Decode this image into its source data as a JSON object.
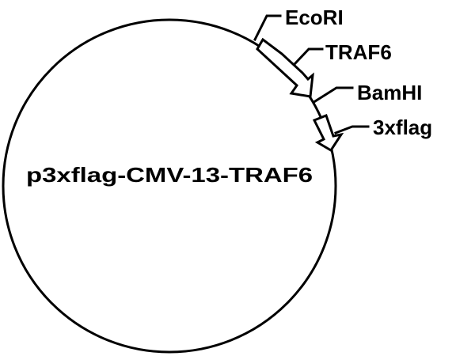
{
  "plasmid": {
    "name": "p3xflag-CMV-13-TRAF6",
    "shape": "circular",
    "colors": {
      "line": "#000000",
      "background": "#ffffff",
      "feature_fill": "#ffffff"
    }
  },
  "features": [
    {
      "id": "ecori",
      "label": "EcoRI",
      "type": "restriction-site"
    },
    {
      "id": "traf6",
      "label": "TRAF6",
      "type": "gene-arrow",
      "direction": "clockwise"
    },
    {
      "id": "bamhi",
      "label": "BamHI",
      "type": "restriction-site"
    },
    {
      "id": "flag",
      "label": "3xflag",
      "type": "tag-arrow",
      "direction": "clockwise"
    }
  ]
}
